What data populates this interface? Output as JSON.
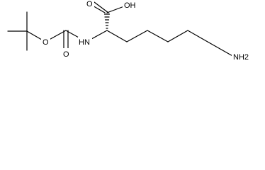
{
  "molecule": {
    "atoms": {
      "ester_oxygen": "O",
      "carbonyl_oxygen": "O",
      "amide_nitrogen": "HN",
      "hydroxyl": "OH",
      "terminal_amine": "NH2"
    },
    "stereocenter": "hashed-wedge"
  }
}
